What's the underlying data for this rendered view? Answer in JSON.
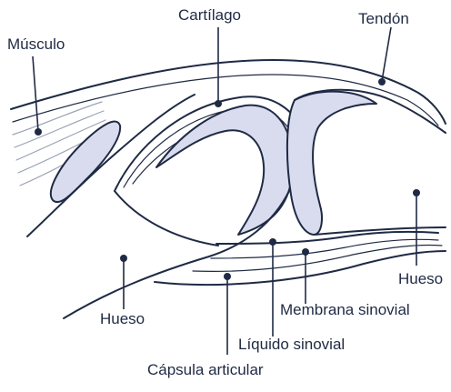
{
  "labels": {
    "musculo": "Músculo",
    "cartilago": "Cartílago",
    "tendon": "Tendón",
    "hueso_right": "Hueso",
    "membrana_sinovial": "Membrana sinovial",
    "hueso_left": "Hueso",
    "liquido_sinovial": "Líquido sinovial",
    "capsula_articular": "Cápsula articular"
  },
  "colors": {
    "ink": "#1f2a44",
    "cartilage_fill": "#d9dcee",
    "fiber": "#9aa2b4",
    "background": "#ffffff"
  }
}
